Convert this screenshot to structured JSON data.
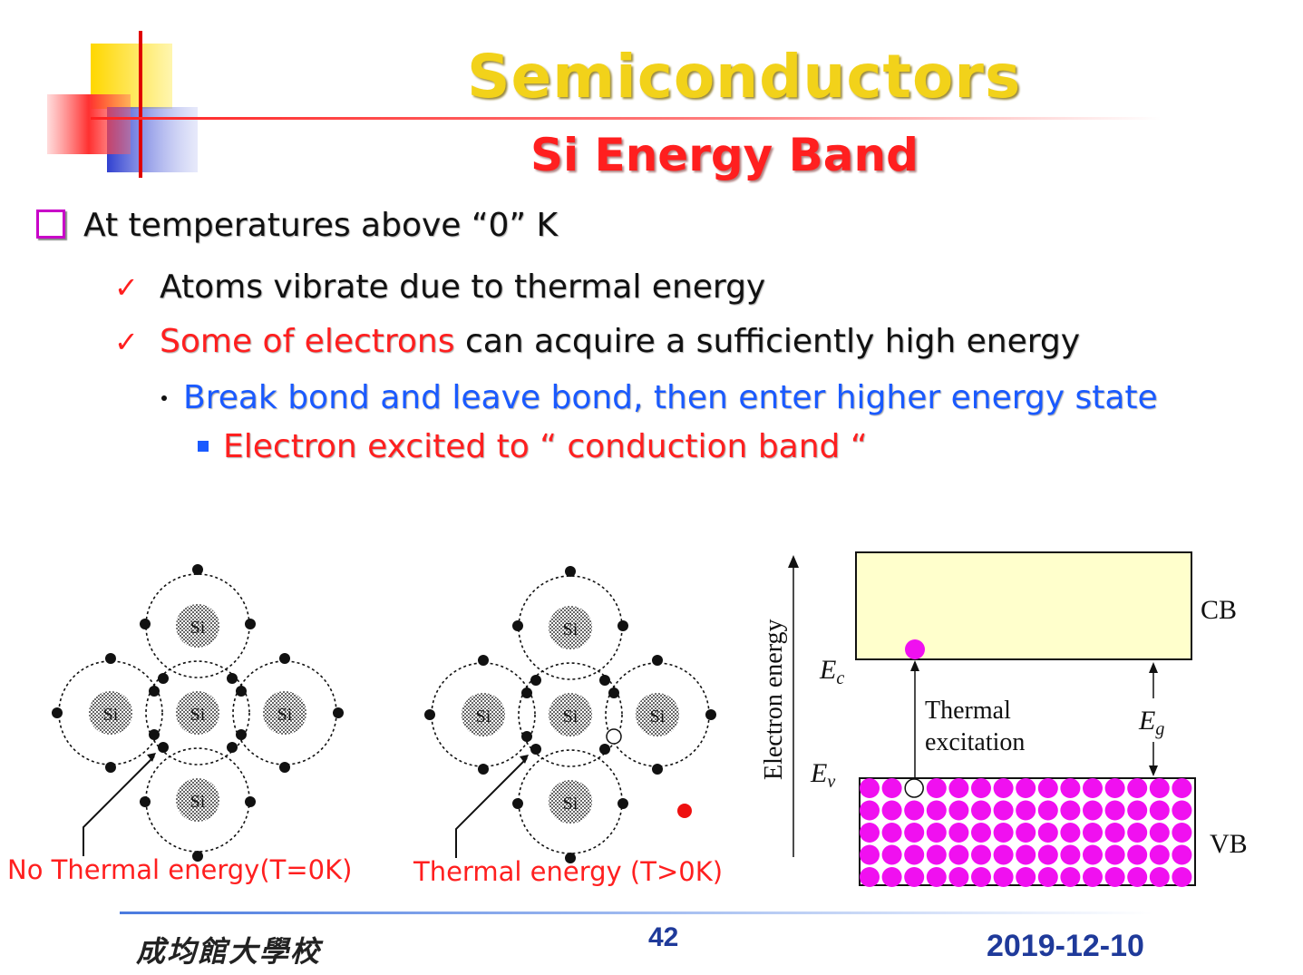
{
  "slide": {
    "title": "Semiconductors",
    "subtitle": "Si Energy Band",
    "bullets": {
      "l1": "At temperatures above “0” K",
      "l2": "Atoms vibrate due to thermal energy",
      "l3_red": "Some of electrons",
      "l3_rest": " can acquire a sufficiently high energy",
      "l4": "Break bond and leave bond, then enter higher energy state",
      "l5": "Electron excited to “ conduction band “"
    },
    "check_mark": "✓"
  },
  "figures": {
    "atom_label": "Si",
    "caption_left": "No Thermal energy(T=0K)",
    "caption_middle": "Thermal energy (T>0K)",
    "band": {
      "cb_label": "CB",
      "vb_label": "VB",
      "ec_label": "E",
      "ec_sub": "c",
      "ev_label": "E",
      "ev_sub": "v",
      "eg_label": "E",
      "eg_sub": "g",
      "y_axis": "Electron energy",
      "thermal_1": "Thermal",
      "thermal_2": "excitation"
    }
  },
  "footer": {
    "school": "成均館大學校",
    "page": "42",
    "date": "2019-12-10"
  },
  "colors": {
    "title": "#f2d21a",
    "red": "#ff1f1f",
    "blue": "#1a5aff",
    "electron": "#f010f0",
    "cb_fill": "#ffffcc"
  }
}
